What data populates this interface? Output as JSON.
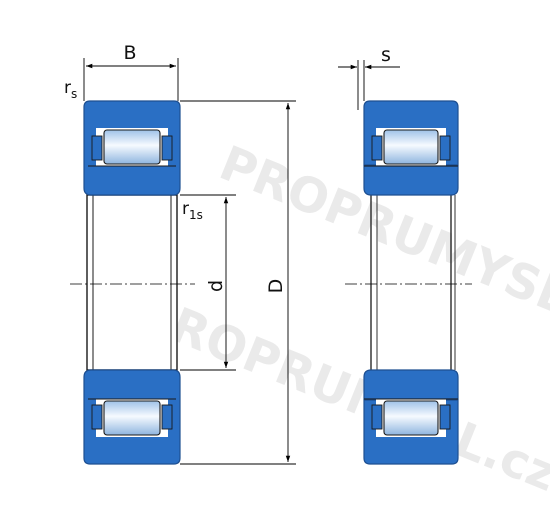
{
  "labels": {
    "width": "B",
    "chamfer": "r",
    "chamfer_sub": "s",
    "inner_chamfer": "r",
    "inner_chamfer_sub": "1s",
    "bore": "d",
    "outer_diameter": "D",
    "axial_shift": "s"
  },
  "watermark": {
    "line_1": "PROPRUMYSL.cz",
    "line_2": "PROPRUMYSL.cz"
  },
  "colors": {
    "ring": "#2a6fc4",
    "ring_dark": "#1d4f91",
    "roller_light": "#f4f9ff",
    "roller_mid": "#b9d3ee",
    "outline": "#1a1a1a",
    "dimension_line": "#000000"
  }
}
